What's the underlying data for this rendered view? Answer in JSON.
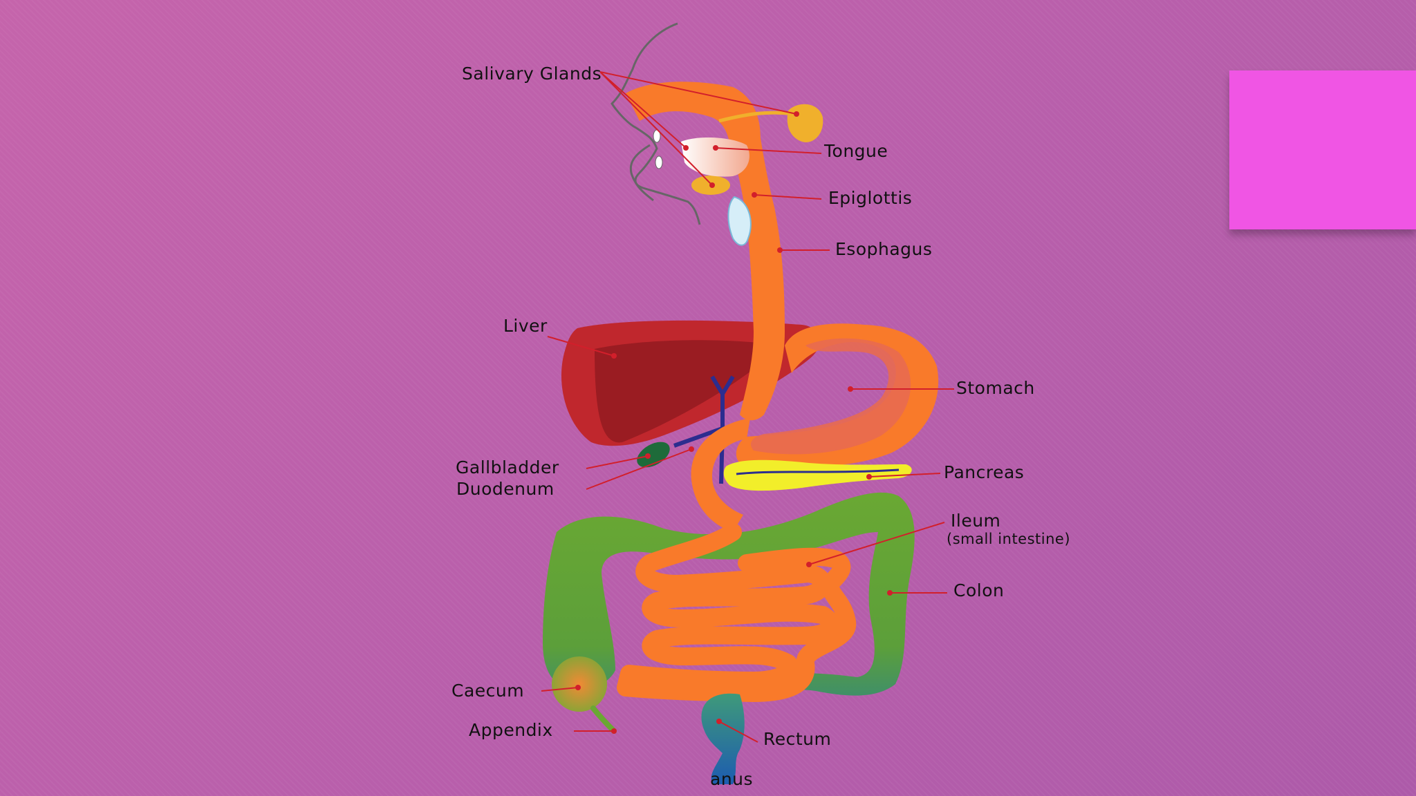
{
  "diagram": {
    "labels": {
      "salivary_glands": "Salivary Glands",
      "tongue": "Tongue",
      "epiglottis": "Epiglottis",
      "esophagus": "Esophagus",
      "liver": "Liver",
      "stomach": "Stomach",
      "gallbladder": "Gallbladder",
      "duodenum": "Duodenum",
      "pancreas": "Pancreas",
      "ileum": "Ileum",
      "ileum_sub": "(small intestine)",
      "colon": "Colon",
      "caecum": "Caecum",
      "appendix": "Appendix",
      "rectum": "Rectum",
      "anus": "anus"
    },
    "colors": {
      "background": "#bc60ab",
      "accent_box": "#f055e4",
      "digestive_tract": "#f97a2a",
      "liver": "#c0272d",
      "large_intestine": "#6aa833",
      "pancreas": "#f2ee2a",
      "leader_line": "#d21f2b"
    }
  }
}
